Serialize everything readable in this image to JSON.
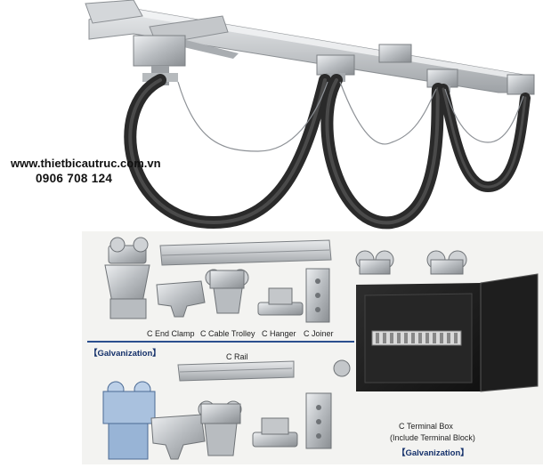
{
  "website": "www.thietbicautruc.com.vn",
  "phone": "0906 708 124",
  "labels": {
    "end_clamp": "C End Clamp",
    "cable_trolley": "C Cable Trolley",
    "hanger": "C Hanger",
    "joiner": "C Joiner",
    "rail": "C Rail",
    "galvanization_left": "【Galvanization】",
    "terminal_box": "C Terminal Box",
    "terminal_box_note": "(Include Terminal Block)",
    "galvanization_right": "【Galvanization】"
  },
  "colors": {
    "rail": "#c9ccd0",
    "cable": "#2a2a2a",
    "box": "#1c1c1c",
    "accent": "#2b4f8e"
  }
}
